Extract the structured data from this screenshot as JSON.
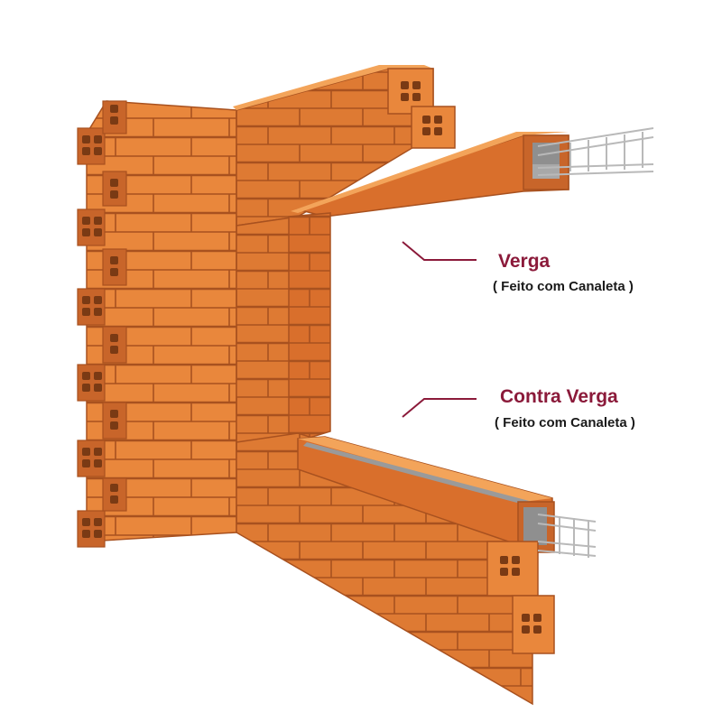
{
  "labels": {
    "verga": {
      "title": "Verga",
      "subtitle": "( Feito com Canaleta )"
    },
    "contra_verga": {
      "title": "Contra Verga",
      "subtitle": "( Feito com Canaleta )"
    }
  },
  "colors": {
    "label_title": "#8b1a3a",
    "leader_line": "#8b1a3a",
    "brick_front": "#e9873c",
    "brick_top": "#f3a45a",
    "brick_side": "#c8652a",
    "mortar": "#a8511f",
    "rebar": "#b9b9b9",
    "grout": "#9a9a9a"
  }
}
